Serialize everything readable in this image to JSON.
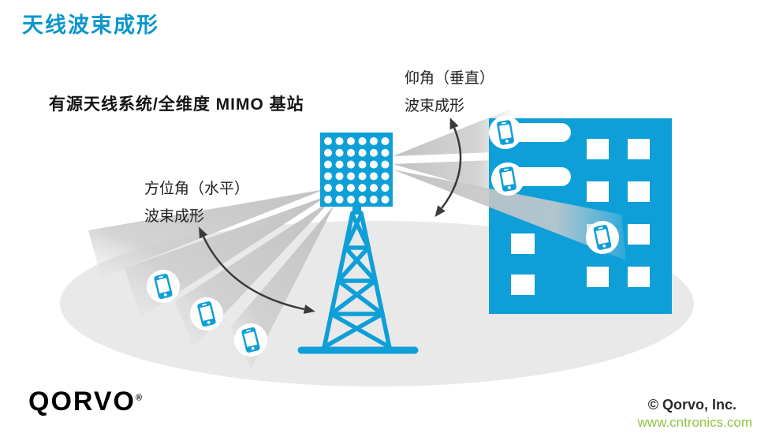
{
  "page": {
    "title": "天线波束成形"
  },
  "diagram": {
    "system_label": "有源天线系统/全维度 MIMO 基站",
    "elevation_label": {
      "line1": "仰角（垂直）",
      "line2": "波束成形"
    },
    "azimuth_label": {
      "line1": "方位角（水平）",
      "line2": "波束成形"
    },
    "icons": [
      "antenna-array-panel",
      "lattice-tower",
      "office-building",
      "smartphone-icon",
      "beam-wedge",
      "sweep-arrow"
    ]
  },
  "footer": {
    "logo_text": "QORVO",
    "logo_reg": "®",
    "copyright": "© Qorvo, Inc.",
    "watermark": "www.cntronics.com"
  },
  "colors": {
    "brand_blue": "#0f9fd8",
    "title_blue": "#0a96cc",
    "beam_gray": "#cccccc",
    "ground_gray": "#e9e9e9",
    "watermark_green": "#8cc63e"
  }
}
